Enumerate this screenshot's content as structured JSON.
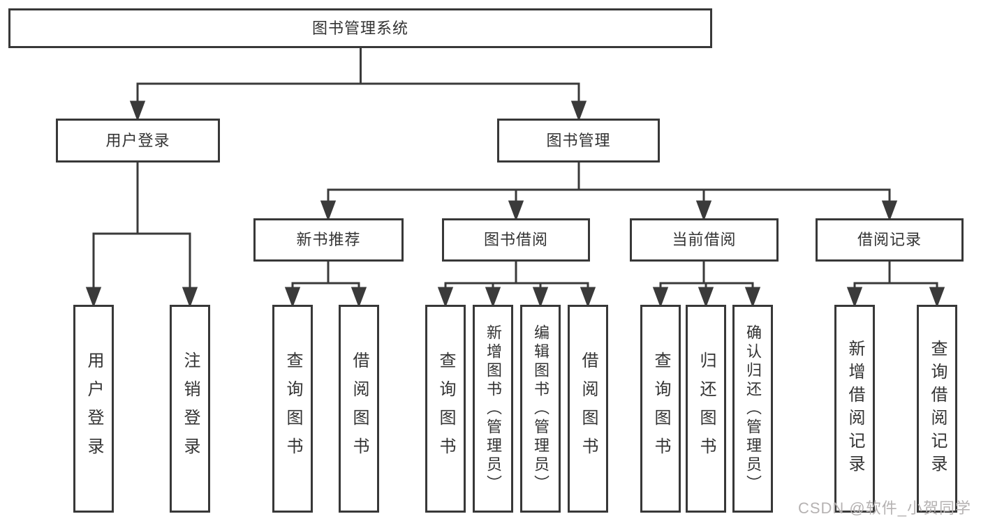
{
  "tree": {
    "root": "图书管理系统",
    "level2": [
      {
        "label": "用户登录",
        "children": [
          "用户登录",
          "注销登录"
        ]
      },
      {
        "label": "图书管理",
        "children": [
          {
            "label": "新书推荐",
            "children": [
              "查询图书",
              "借阅图书"
            ]
          },
          {
            "label": "图书借阅",
            "children": [
              "查询图书",
              "新增图书（管理员）",
              "编辑图书（管理员）",
              "借阅图书"
            ]
          },
          {
            "label": "当前借阅",
            "children": [
              "查询图书",
              "归还图书",
              "确认归还（管理员）"
            ]
          },
          {
            "label": "借阅记录",
            "children": [
              "新增借阅记录",
              "查询借阅记录"
            ]
          }
        ]
      }
    ]
  },
  "watermark": "CSDN @软件_小贺同学",
  "colors": {
    "line": "#3a3a3a",
    "box_border": "#383838",
    "text": "#333333",
    "watermark": "#b5b2b2",
    "background": "#ffffff"
  }
}
